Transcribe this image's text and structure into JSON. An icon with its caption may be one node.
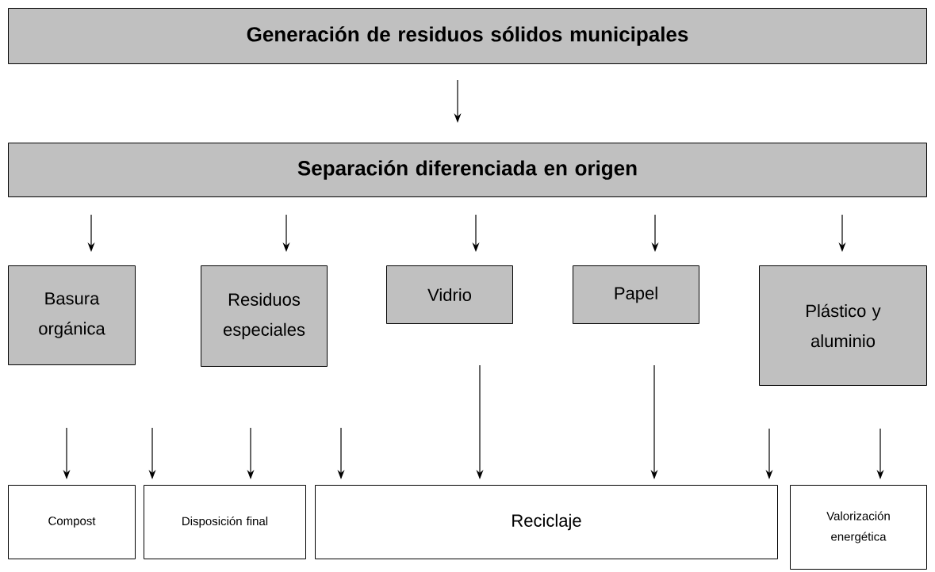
{
  "diagram": {
    "nodes": [
      {
        "text": [
          "Generación de residuos sólidos municipales"
        ]
      },
      {
        "text": [
          "Separación diferenciada en origen"
        ]
      },
      {
        "text": [
          "Basura orgánica"
        ]
      },
      {
        "text": [
          "Residuos especiales"
        ]
      },
      {
        "text": [
          "Vidrio"
        ]
      },
      {
        "text": [
          "Papel"
        ]
      },
      {
        "text": [
          "Plástico y aluminio"
        ]
      },
      {
        "text": [
          "Compost"
        ]
      },
      {
        "text": [
          "Disposición final"
        ]
      },
      {
        "text": [
          "Reciclaje"
        ]
      },
      {
        "text": [
          "Valorización energética"
        ]
      }
    ],
    "edges": [
      {
        "from": 0,
        "to": 1,
        "arrow": "to"
      },
      {
        "from": 1,
        "to": 2,
        "arrow": "to"
      },
      {
        "from": 1,
        "to": 3,
        "arrow": "to"
      },
      {
        "from": 1,
        "to": 4,
        "arrow": "to"
      },
      {
        "from": 1,
        "to": 5,
        "arrow": "to"
      },
      {
        "from": 1,
        "to": 6,
        "arrow": "to"
      },
      {
        "from": null,
        "to": 7,
        "arrow": "to"
      },
      {
        "from": null,
        "to": 8,
        "arrow": "to"
      },
      {
        "from": null,
        "to": 8,
        "arrow": "to"
      },
      {
        "from": null,
        "to": 9,
        "arrow": "to"
      },
      {
        "from": 4,
        "to": 9,
        "arrow": "to"
      },
      {
        "from": 5,
        "to": 9,
        "arrow": "to"
      },
      {
        "from": 6,
        "to": 9,
        "arrow": "to"
      },
      {
        "from": 6,
        "to": 10,
        "arrow": "to"
      }
    ]
  }
}
